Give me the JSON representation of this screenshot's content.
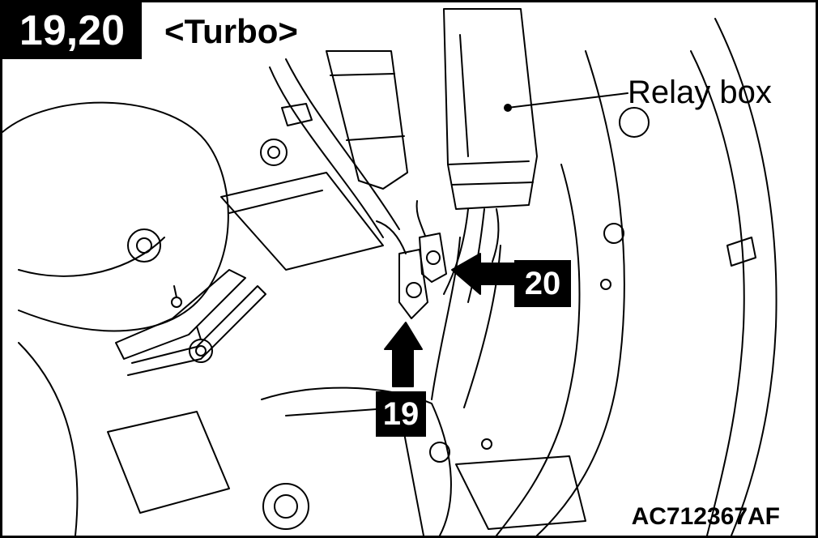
{
  "header": {
    "step_badge": "19,20",
    "variant": "<Turbo>"
  },
  "labels": {
    "relay_box": "Relay box"
  },
  "callouts": {
    "c19": "19",
    "c20": "20"
  },
  "figure_code": "AC712367AF",
  "colors": {
    "ink": "#000000",
    "paper": "#ffffff"
  }
}
